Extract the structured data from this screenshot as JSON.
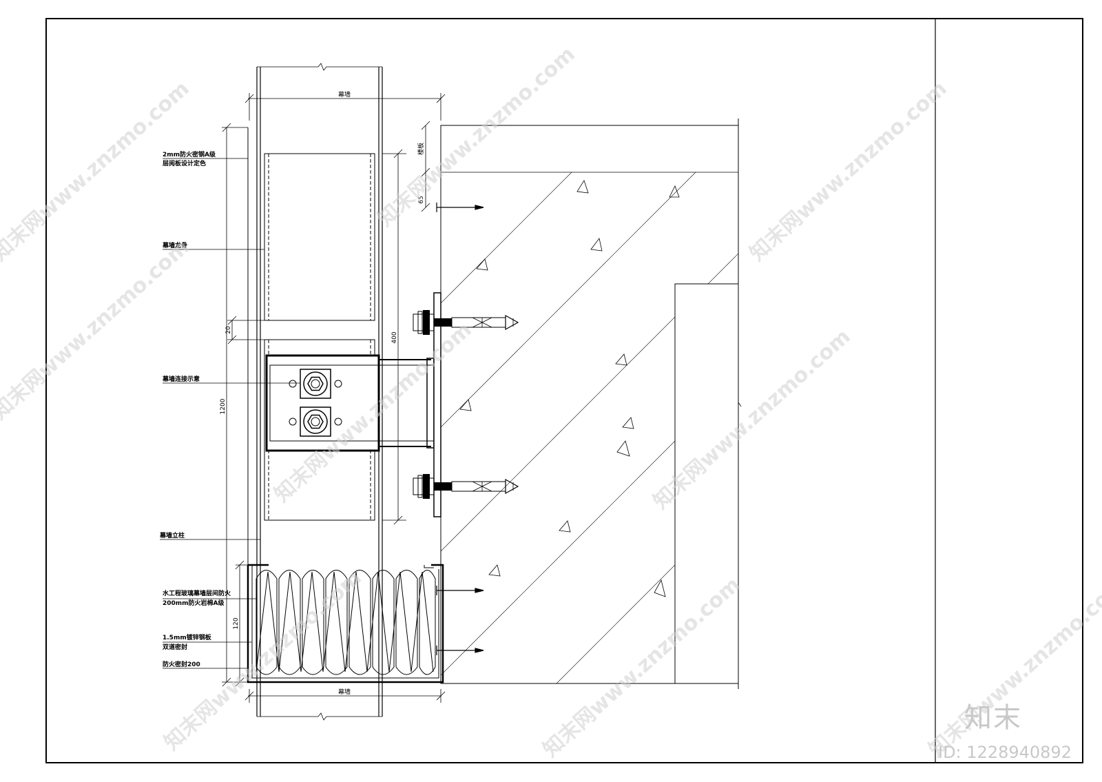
{
  "labels": {
    "panel_line1": "2mm防火密钢A级",
    "panel_line2": "层阅板设计定色",
    "keel": "幕墙龙骨",
    "connector": "幕墙连接示意",
    "column": "幕墙立柱",
    "fire_line1": "水工程玻璃幕墙层间防火",
    "fire_line2": "200mm防火岩棉A级",
    "steel_line1": "1.5mm镀锌钢板",
    "steel_line2": "双道密封",
    "seal": "防火密封200"
  },
  "dimensions": {
    "top_width": "幕墙",
    "top_height": "楼板",
    "d65": "65",
    "d20": "20",
    "d400": "400",
    "d1200": "1200",
    "d120": "120",
    "bottom_width": "幕墙"
  },
  "watermark": {
    "text": "知末网www.znzmo.com",
    "brand": "知末",
    "id": "ID: 1228940892"
  }
}
